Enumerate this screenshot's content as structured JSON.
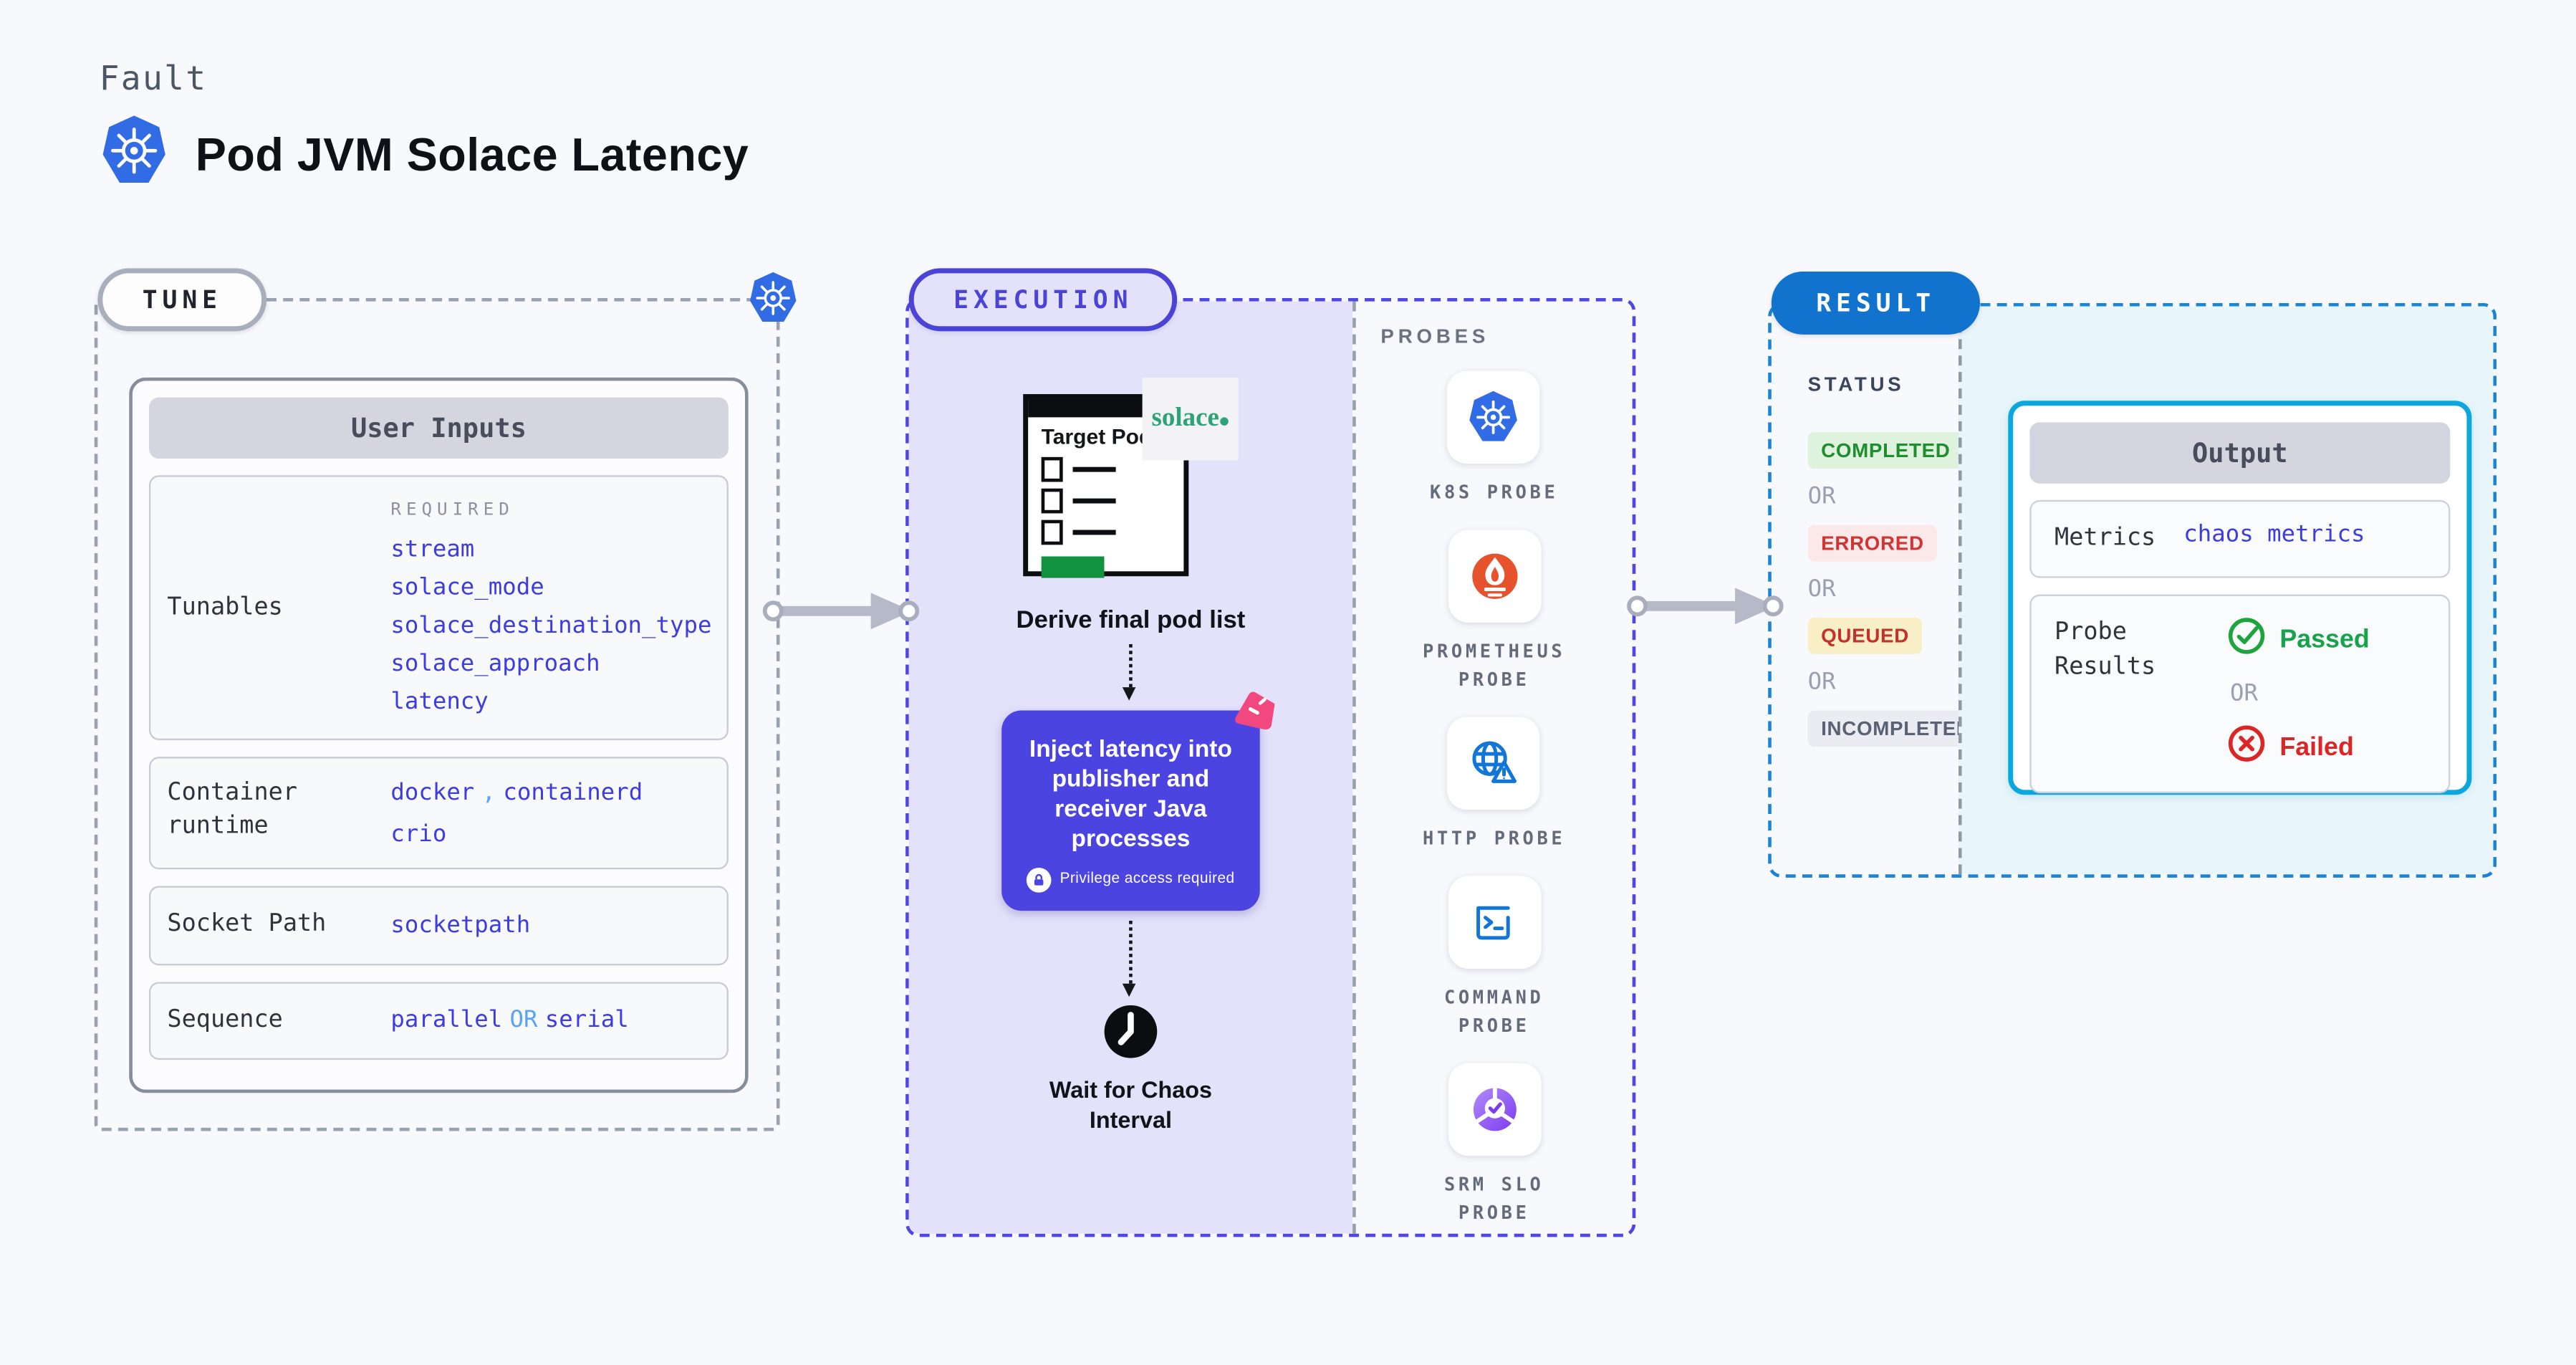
{
  "page": {
    "fault_label": "Fault",
    "title": "Pod JVM Solace Latency"
  },
  "tune": {
    "badge": "TUNE",
    "user_inputs": {
      "header": "User Inputs",
      "tunables": {
        "label": "Tunables",
        "required_label": "REQUIRED",
        "links": [
          "stream",
          "solace_mode",
          "solace_destination_type",
          "solace_approach",
          "latency"
        ]
      },
      "container_runtime": {
        "label": "Container runtime",
        "value_1": "docker",
        "comma": ",",
        "value_2": "containerd",
        "value_3": "crio"
      },
      "socket_path": {
        "label": "Socket Path",
        "value": "socketpath"
      },
      "sequence": {
        "label": "Sequence",
        "value_1": "parallel",
        "or": "OR",
        "value_2": "serial"
      }
    }
  },
  "execution": {
    "badge": "EXECUTION",
    "target_pods": {
      "title": "Target Pods",
      "solace_logo": "solace"
    },
    "derive_label": "Derive final pod list",
    "inject": {
      "text": "Inject latency into publisher and receiver Java processes",
      "privilege": "Privilege access required"
    },
    "wait_label": "Wait for Chaos Interval"
  },
  "probes": {
    "header": "PROBES",
    "items": [
      {
        "label": "K8S PROBE",
        "icon": "kubernetes-icon"
      },
      {
        "label": "PROMETHEUS PROBE",
        "icon": "prometheus-icon"
      },
      {
        "label": "HTTP PROBE",
        "icon": "globe-warning-icon"
      },
      {
        "label": "COMMAND PROBE",
        "icon": "terminal-icon"
      },
      {
        "label": "SRM SLO PROBE",
        "icon": "donut-check-icon"
      }
    ]
  },
  "result": {
    "badge": "RESULT",
    "status": {
      "header": "STATUS",
      "or": "OR",
      "badges": [
        {
          "label": "COMPLETED",
          "type": "success"
        },
        {
          "label": "ERRORED",
          "type": "error"
        },
        {
          "label": "QUEUED",
          "type": "warning"
        },
        {
          "label": "INCOMPLETED",
          "type": "neutral"
        }
      ]
    },
    "output": {
      "header": "Output",
      "metrics": {
        "label": "Metrics",
        "value": "chaos metrics"
      },
      "probe_results": {
        "label": "Probe Results",
        "passed": "Passed",
        "or": "OR",
        "failed": "Failed"
      }
    }
  },
  "colors": {
    "accent_indigo": "#4f46e5",
    "accent_blue": "#1173cd",
    "cyan_border": "#0ba7dd",
    "link_blue": "#3c3ce0",
    "light_blue": "#5ba3f5",
    "lavender": "#e4e2fb",
    "k8s_blue": "#326ce5",
    "prometheus_orange": "#e6522c",
    "solace_green": "#2fa277",
    "passed_green": "#16a34a",
    "failed_red": "#dc2626"
  }
}
